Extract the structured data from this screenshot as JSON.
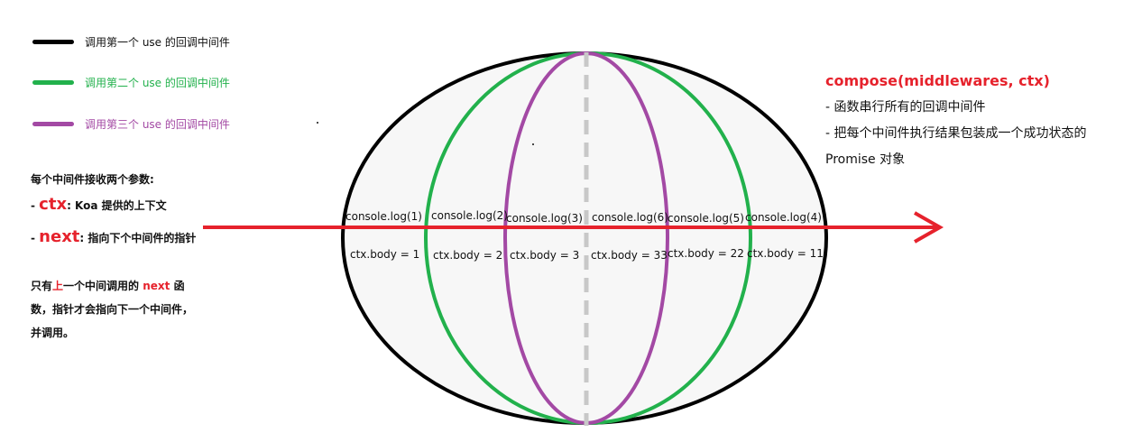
{
  "legend": [
    {
      "label": "调用第一个 use 的回调中间件",
      "color": "#000000"
    },
    {
      "label": "调用第二个 use 的回调中间件",
      "color": "#22b14c"
    },
    {
      "label": "调用第三个 use 的回调中间件",
      "color": "#a349a4"
    }
  ],
  "explain": {
    "heading": "每个中间件接收两个参数:",
    "ctx_prefix": "- ",
    "ctx_key": "ctx",
    "ctx_desc": ":  Koa 提供的上下文",
    "next_prefix": "- ",
    "next_key": "next",
    "next_desc": ": 指向下个中间件的指针",
    "note_p1": "只有",
    "note_p2": "上",
    "note_p3": "一个中间调用的 ",
    "note_p4": "next",
    "note_p5": " 函",
    "note_line2": "数，指针才会指向下一个中间件，",
    "note_line3": "并调用。"
  },
  "compose": {
    "title": "compose(middlewares, ctx)",
    "item1": "-  函数串行所有的回调中间件",
    "item2": "-  把每个中间件执行结果包装成一个成功状态的",
    "item3": "Promise 对象"
  },
  "diagram": {
    "logs": [
      "console.log(1)",
      "console.log(2)",
      "console.log(3)",
      "console.log(6)",
      "console.log(5)",
      "console.log(4)"
    ],
    "bodies": [
      "ctx.body = 1",
      "ctx.body = 2",
      "ctx.body = 3",
      "ctx.body = 33",
      "ctx.body = 22",
      "ctx.body = 11"
    ],
    "colors": {
      "outer": "#000000",
      "middle": "#22b14c",
      "inner": "#a349a4",
      "arrow": "#e6222c",
      "axis": "#c8c8c8"
    }
  }
}
